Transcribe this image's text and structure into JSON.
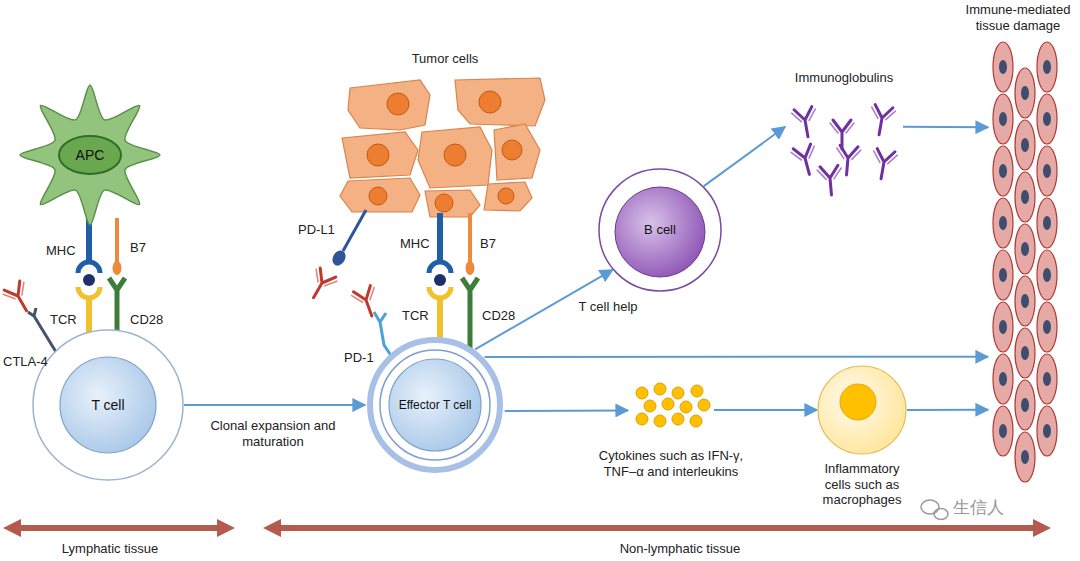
{
  "diagram": {
    "nodes": [
      {
        "text": [
          "APC"
        ]
      },
      {
        "text": [
          "T cell"
        ]
      },
      {
        "text": [
          "Tumor cells"
        ]
      },
      {
        "text": [
          "Effector T cell"
        ]
      },
      {
        "text": [
          "B cell"
        ]
      },
      {
        "text": [
          "Immunoglobulins"
        ]
      },
      {
        "text": [
          "Cytokines such as IFN-γ, TNF–α and interleukins"
        ]
      },
      {
        "text": [
          "Inflammatory cells such as macrophages"
        ]
      },
      {
        "text": [
          "Immune-mediated tissue damage"
        ]
      }
    ],
    "edges": [
      {
        "from": 1,
        "to": 3,
        "arrow": "to",
        "label": "Clonal expansion and maturation"
      },
      {
        "from": 3,
        "to": 4,
        "arrow": "to",
        "label": "T cell help"
      },
      {
        "from": 4,
        "to": 5,
        "arrow": "to"
      },
      {
        "from": 5,
        "to": 8,
        "arrow": "to"
      },
      {
        "from": 3,
        "to": 8,
        "arrow": "to"
      },
      {
        "from": 3,
        "to": 6,
        "arrow": "to"
      },
      {
        "from": 6,
        "to": 7,
        "arrow": "to"
      },
      {
        "from": 7,
        "to": 8,
        "arrow": "to"
      }
    ],
    "labels": [
      "MHC",
      "B7",
      "TCR",
      "CD28",
      "CTLA-4",
      "PD-L1",
      "MHC",
      "B7",
      "TCR",
      "CD28",
      "PD-1",
      "Lymphatic tissue",
      "Non-lymphatic tissue",
      "生信人"
    ]
  }
}
